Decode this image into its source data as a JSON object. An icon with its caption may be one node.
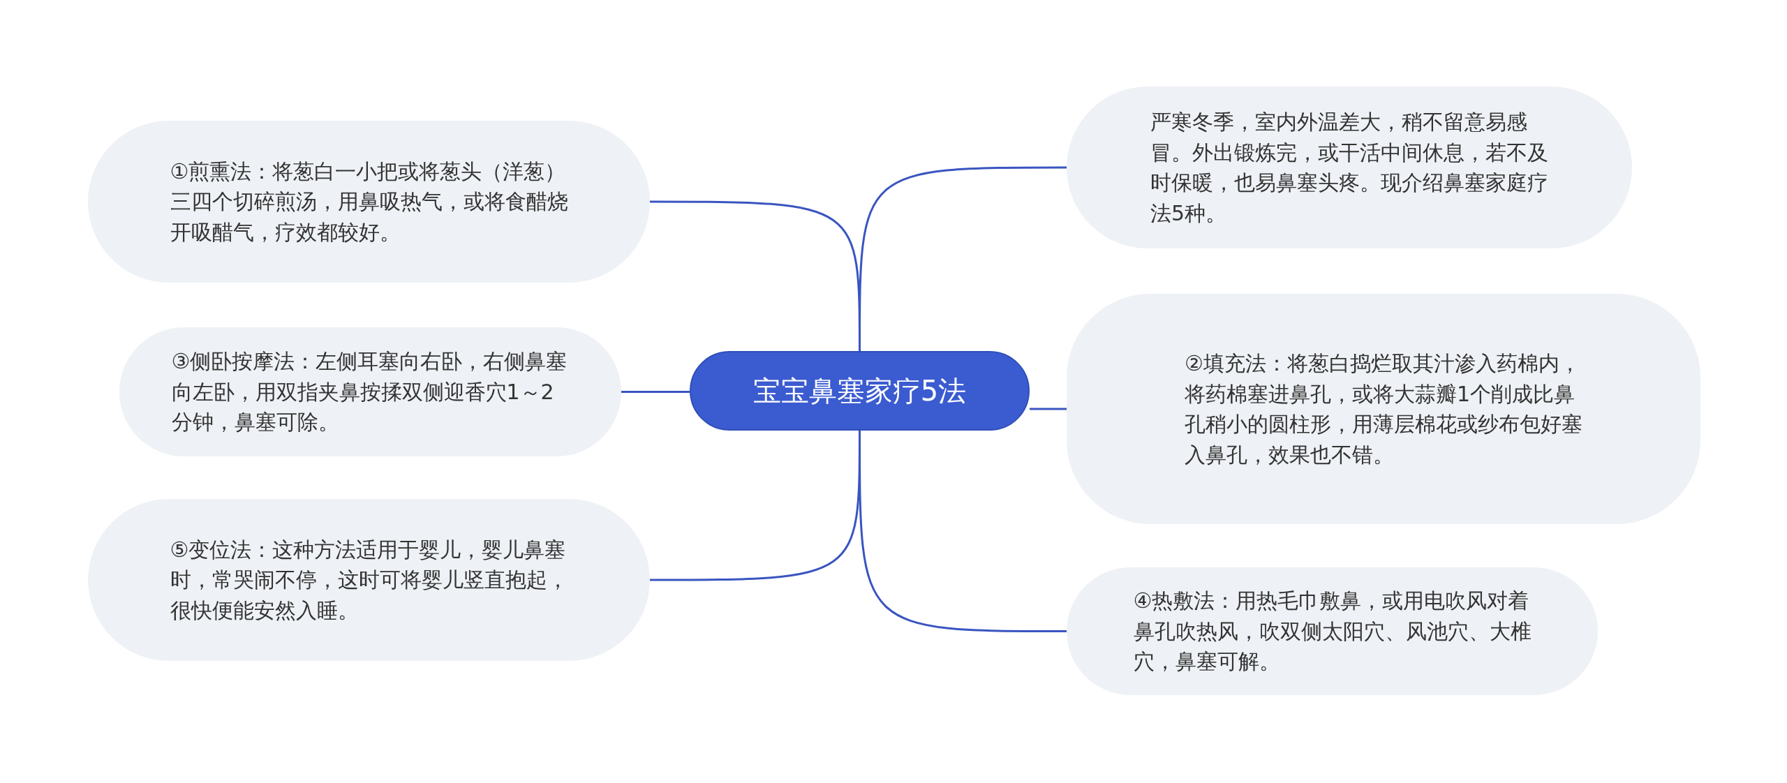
{
  "diagram": {
    "nodes": [
      {
        "text": [
          "宝宝鼻塞家疗5法"
        ]
      },
      {
        "text": [
          "①煎熏法：将葱白一小把或将葱头（洋葱）三四个切碎煎汤，用鼻吸热气，或将食醋烧开吸醋气，疗效都较好。"
        ]
      },
      {
        "text": [
          "③侧卧按摩法：左侧耳塞向右卧，右侧鼻塞向左卧，用双指夹鼻按揉双侧迎香穴1～2分钟，鼻塞可除。"
        ]
      },
      {
        "text": [
          "⑤变位法：这种方法适用于婴儿，婴儿鼻塞时，常哭闹不停，这时可将婴儿竖直抱起，很快便能安然入睡。"
        ]
      },
      {
        "text": [
          "严寒冬季，室内外温差大，稍不留意易感冒。外出锻炼完，或干活中间休息，若不及时保暖，也易鼻塞头疼。现介绍鼻塞家庭疗法5种。"
        ]
      },
      {
        "text": [
          "②填充法：将葱白捣烂取其汁渗入药棉内，将药棉塞进鼻孔，或将大蒜瓣1个削成比鼻孔稍小的圆柱形，用薄层棉花或纱布包好塞入鼻孔，效果也不错。"
        ]
      },
      {
        "text": [
          "④热敷法：用热毛巾敷鼻，或用电吹风对着鼻孔吹热风，吹双侧太阳穴、风池穴、大椎穴，鼻塞可解。"
        ]
      }
    ],
    "edges": [
      {
        "from": 0,
        "to": 1,
        "arrow": "none"
      },
      {
        "from": 0,
        "to": 2,
        "arrow": "none"
      },
      {
        "from": 0,
        "to": 3,
        "arrow": "none"
      },
      {
        "from": 0,
        "to": 4,
        "arrow": "none"
      },
      {
        "from": 0,
        "to": 5,
        "arrow": "none"
      },
      {
        "from": 0,
        "to": 6,
        "arrow": "none"
      }
    ]
  }
}
